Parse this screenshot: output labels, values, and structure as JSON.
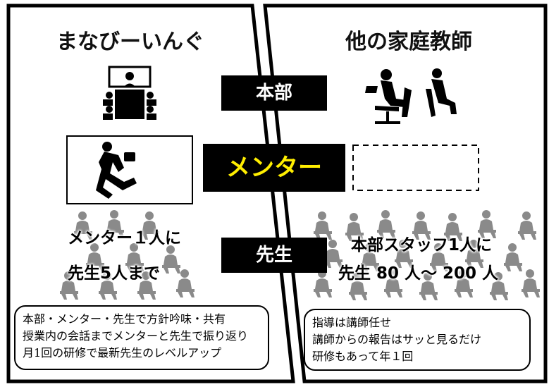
{
  "left_panel": {
    "title": "まなびーいんぐ",
    "mentor_ratio_line1": "メンター１人に",
    "mentor_ratio_line2": "先生5人まで",
    "note_lines": [
      "本部・メンター・先生で方針吟味・共有",
      "授業内の会話までメンターと先生で振り返り",
      "月1回の研修で最新先生のレベルアップ"
    ]
  },
  "right_panel": {
    "title": "他の家庭教師",
    "staff_ratio_line1": "本部スタッフ1人に",
    "staff_ratio_line2": "先生 80 人～ 200 人",
    "note_lines": [
      "指導は講師任せ",
      "講師からの報告はサッと見るだけ",
      "研修もあって年１回"
    ]
  },
  "center_labels": {
    "headquarters": "本部",
    "mentor": "メンター",
    "teacher": "先生"
  },
  "colors": {
    "mentor_text": "#ffee00",
    "label_background": "#000000",
    "crowd_gray": "#8a8a8a"
  },
  "icons": {
    "headquarters_left": "meeting-table-icon",
    "mentor_left": "running-businessman-icon",
    "headquarters_right": "seated-office-workers-icon",
    "crowd": "seated-person-icon"
  }
}
